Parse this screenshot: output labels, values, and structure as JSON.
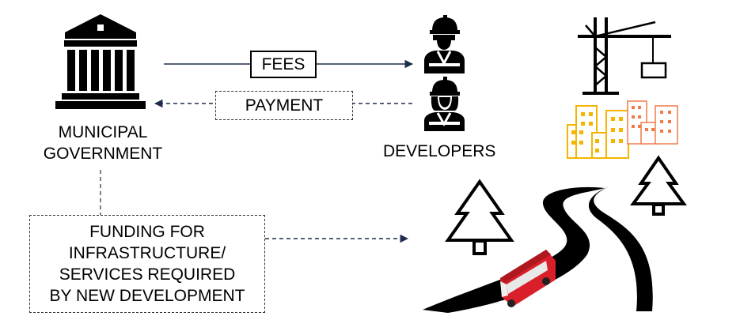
{
  "nodes": {
    "government_line1": "MUNICIPAL",
    "government_line2": "GOVERNMENT",
    "developers": "DEVELOPERS"
  },
  "flows": {
    "fees": "FEES",
    "payment": "PAYMENT",
    "funding_lines": [
      "FUNDING FOR",
      "INFRASTRUCTURE/",
      "SERVICES REQUIRED",
      "BY NEW DEVELOPMENT"
    ]
  },
  "colors": {
    "arrow": "#1f2d4d",
    "building_yellow": "#f4b400",
    "building_orange": "#f07a4a",
    "bus_red": "#d9202a"
  },
  "icons": [
    "government-building-icon",
    "developer-worker-icon",
    "construction-crane-icon",
    "city-buildings-icon",
    "pine-tree-icon",
    "road-icon",
    "bus-icon"
  ]
}
